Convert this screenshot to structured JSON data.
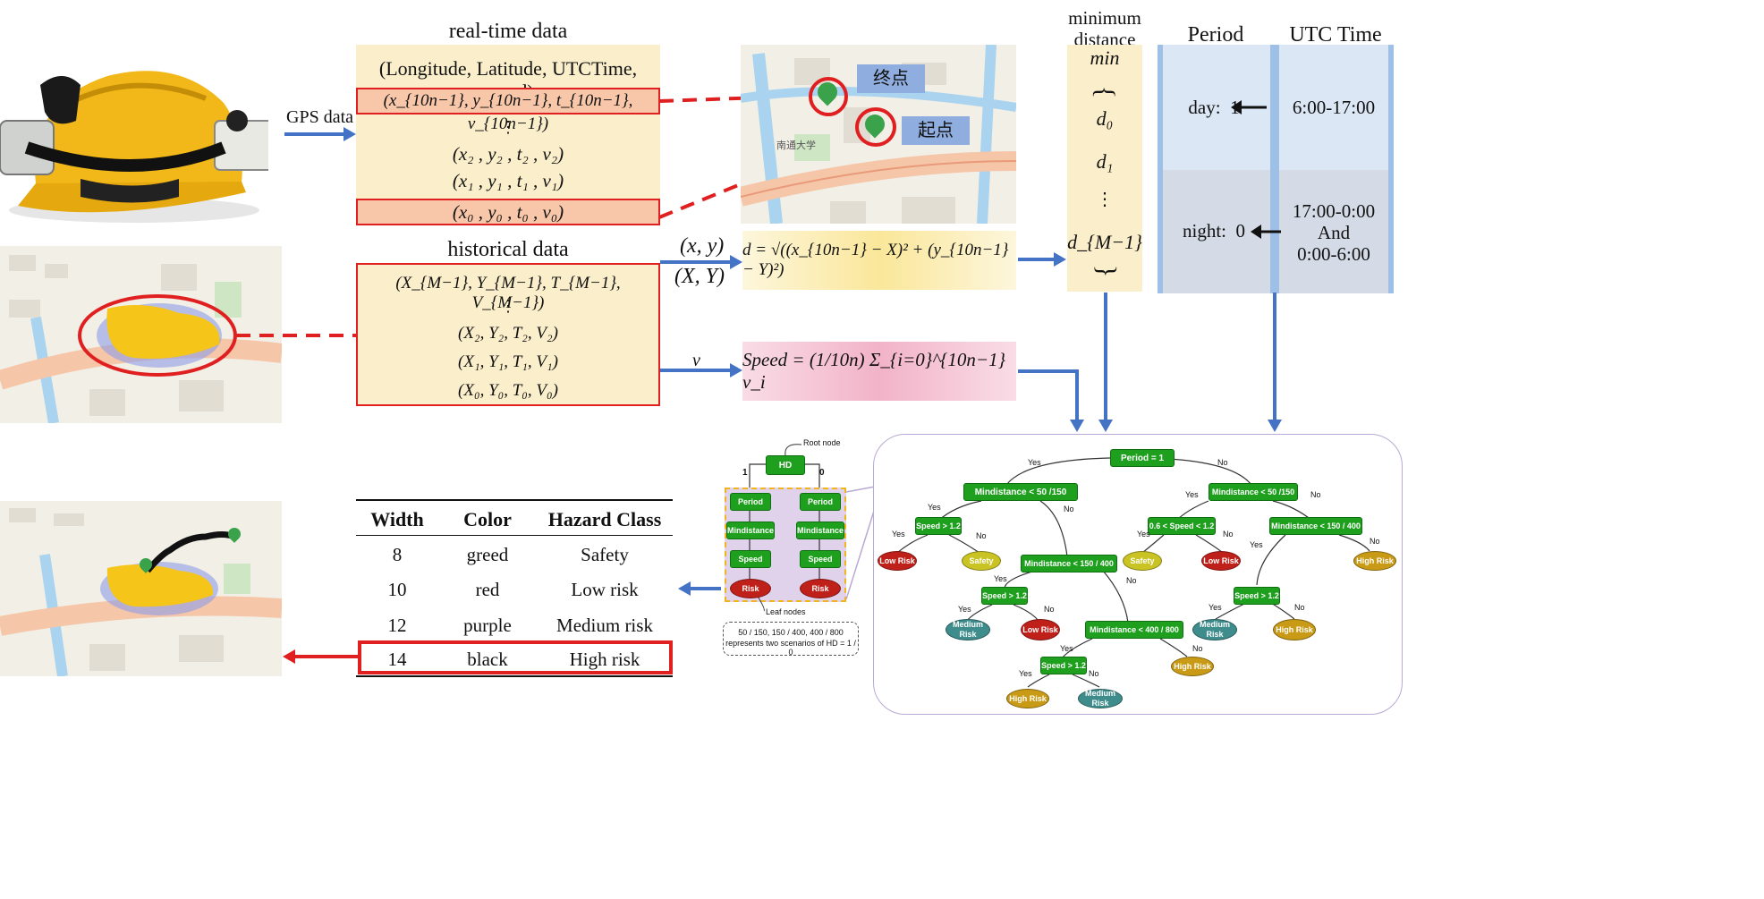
{
  "gps_label": "GPS data",
  "realtime": {
    "title": "real-time data",
    "header": "(Longitude, Latitude, UTCTime, speed)",
    "row_last": "(x_{10n−1}, y_{10n−1}, t_{10n−1}, v_{10n−1})",
    "row_dots": "⋮",
    "row_2": "(x₂ , y₂ , t₂ , v₂)",
    "row_1": "(x₁ , y₁ , t₁ , v₁)",
    "row_0": "(x₀ , y₀ , t₀ , v₀)"
  },
  "map_top": {
    "end_label": "终点",
    "start_label": "起点",
    "campus_label": "南通大学"
  },
  "historical": {
    "title": "historical data",
    "row_last": "(X_{M−1}, Y_{M−1}, T_{M−1}, V_{M−1})",
    "row_dots": "⋮",
    "row_2": "(X₂, Y₂, T₂, V₂)",
    "row_1": "(X₁, Y₁, T₁, V₁)",
    "row_0": "(X₀, Y₀, T₀, V₀)"
  },
  "arrow_labels": {
    "xy": "(x, y)",
    "XY": "(X, Y)",
    "v": "v"
  },
  "formulas": {
    "distance": "d = √((x_{10n−1} − X)² + (y_{10n−1} − Y)²)",
    "speed": "Speed = (1/10n) Σ_{i=0}^{10n−1} v_i"
  },
  "min_distance": {
    "title_line1": "minimum",
    "title_line2": "distance",
    "min": "min",
    "items": [
      "d₀",
      "d₁",
      "⋮",
      "d_{M−1}"
    ]
  },
  "period_table": {
    "col_period": "Period",
    "col_utc": "UTC Time",
    "day_label": "day:  1",
    "day_time": "6:00-17:00",
    "night_label": "night:  0",
    "night_time_1": "17:00-0:00",
    "night_time_2": "And",
    "night_time_3": "0:00-6:00"
  },
  "hazard_table": {
    "headers": [
      "Width",
      "Color",
      "Hazard Class"
    ],
    "rows": [
      [
        "8",
        "greed",
        "Safety"
      ],
      [
        "10",
        "red",
        "Low risk"
      ],
      [
        "12",
        "purple",
        "Medium risk"
      ],
      [
        "14",
        "black",
        "High risk"
      ]
    ]
  },
  "mini_tree": {
    "root_note": "Root node",
    "root": "HD",
    "branch_left": "1",
    "branch_right": "0",
    "nodes": [
      "Period",
      "Mindistance",
      "Speed",
      "Risk"
    ],
    "leaf_note": "Leaf nodes",
    "footnote_1": "50 / 150, 150 / 400, 400 / 800",
    "footnote_2": "represents two scenarios of HD = 1 / 0"
  },
  "decision_tree": {
    "root": "Period = 1",
    "yes": "Yes",
    "no": "No",
    "n_md_50_l": "Mindistance < 50 /150",
    "n_md_50_r": "Mindistance < 50 /150",
    "n_speed_12_a": "Speed > 1.2",
    "n_md_150_l": "Mindistance < 150 / 400",
    "n_speed_12_b": "Speed > 1.2",
    "n_md_400": "Mindistance < 400 / 800",
    "n_speed_12_c": "Speed > 1.2",
    "n_speed_range": "0.6 < Speed < 1.2",
    "n_md_150_r": "Mindistance < 150 / 400",
    "n_speed_12_d": "Speed > 1.2",
    "leaf_low": "Low Risk",
    "leaf_safety": "Safety",
    "leaf_medium": "Medium Risk",
    "leaf_high": "High Risk"
  },
  "colors": {
    "arrow_blue": "#4472c4",
    "highlight_red": "#e02020",
    "panel_cream": "#fbeecb",
    "node_green": "#1ea01e"
  }
}
